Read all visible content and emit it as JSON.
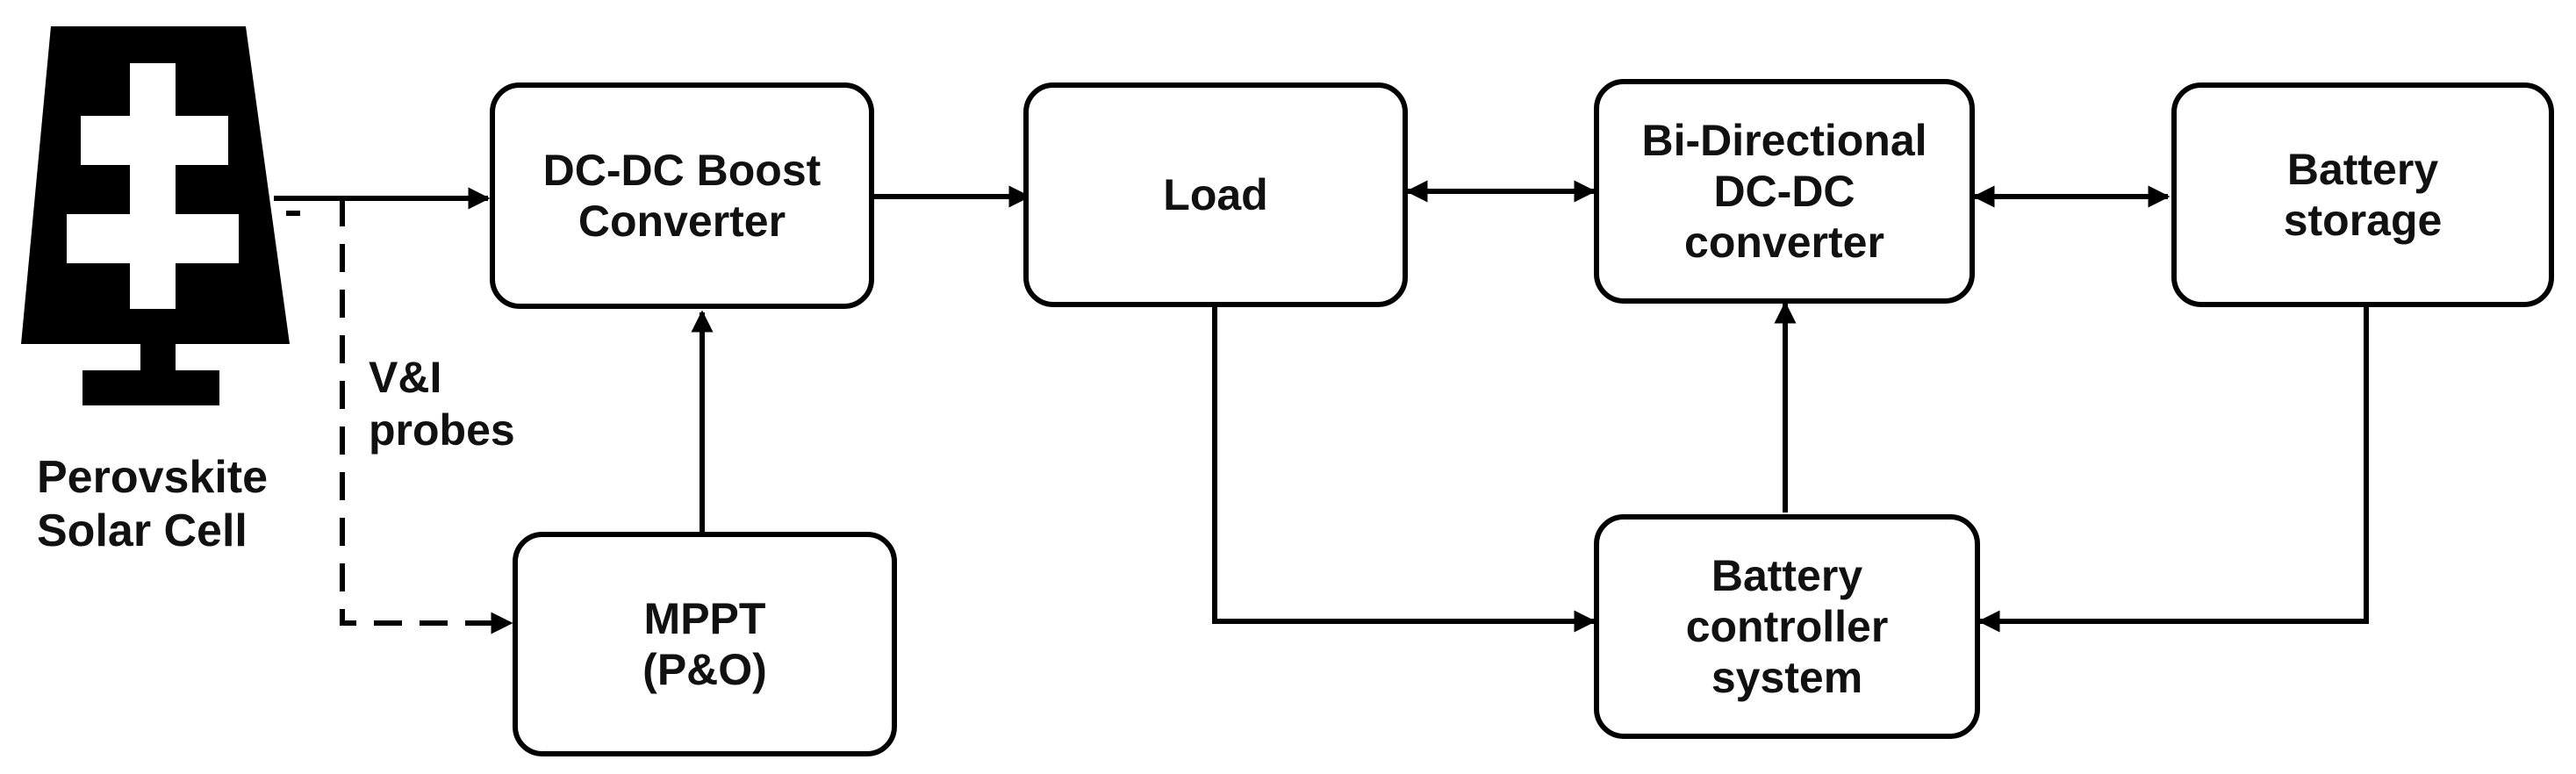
{
  "diagram": {
    "solar_cell": {
      "label": "Perovskite\nSolar Cell",
      "icon": "solar-panel-icon"
    },
    "probe_label": "V&I\nprobes",
    "blocks": {
      "boost_converter": "DC-DC Boost\nConverter",
      "mppt": "MPPT\n(P&O)",
      "load": "Load",
      "bidirectional_converter": "Bi-Directional\nDC-DC\nconverter",
      "battery_storage": "Battery\nstorage",
      "battery_controller": "Battery\ncontroller\nsystem"
    },
    "colors": {
      "stroke": "#000000",
      "background": "#ffffff"
    }
  }
}
